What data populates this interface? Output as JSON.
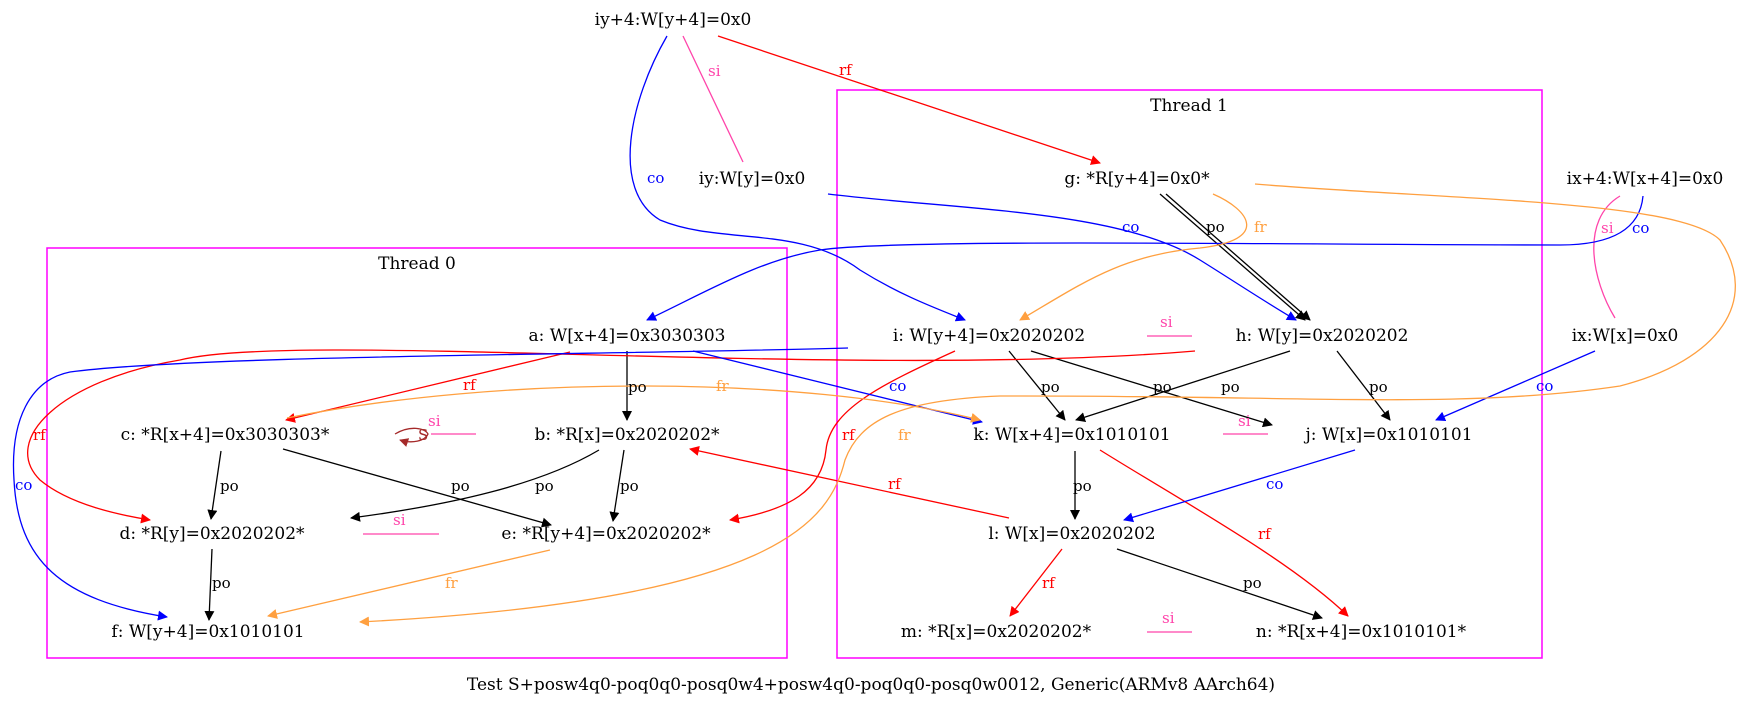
{
  "caption": "Test S+posw4q0-poq0q0-posq0w4+posw4q0-poq0q0-posq0w0012, Generic(ARMv8 AArch64)",
  "colors": {
    "cluster_border": "#ff00ff",
    "po": "#000000",
    "rf": "#ff0000",
    "co": "#0000ff",
    "fr": "#ffa040",
    "si": "#ff44aa",
    "S": "#a52a2a"
  },
  "clusters": {
    "thread0": "Thread 0",
    "thread1": "Thread 1"
  },
  "nodes": {
    "iy4": "iy+4:W[y+4]=0x0",
    "iy": "iy:W[y]=0x0",
    "ix4": "ix+4:W[x+4]=0x0",
    "ix": "ix:W[x]=0x0",
    "a": "a: W[x+4]=0x3030303",
    "b": "b: *R[x]=0x2020202*",
    "c": "c: *R[x+4]=0x3030303*",
    "d": "d: *R[y]=0x2020202*",
    "e": "e: *R[y+4]=0x2020202*",
    "f": "f: W[y+4]=0x1010101",
    "g": "g: *R[y+4]=0x0*",
    "h": "h: W[y]=0x2020202",
    "i": "i: W[y+4]=0x2020202",
    "j": "j: W[x]=0x1010101",
    "k": "k: W[x+4]=0x1010101",
    "l": "l: W[x]=0x2020202",
    "m": "m: *R[x]=0x2020202*",
    "n": "n: *R[x+4]=0x1010101*"
  },
  "edge_labels": {
    "po": "po",
    "rf": "rf",
    "co": "co",
    "fr": "fr",
    "si": "si",
    "S": "S"
  }
}
